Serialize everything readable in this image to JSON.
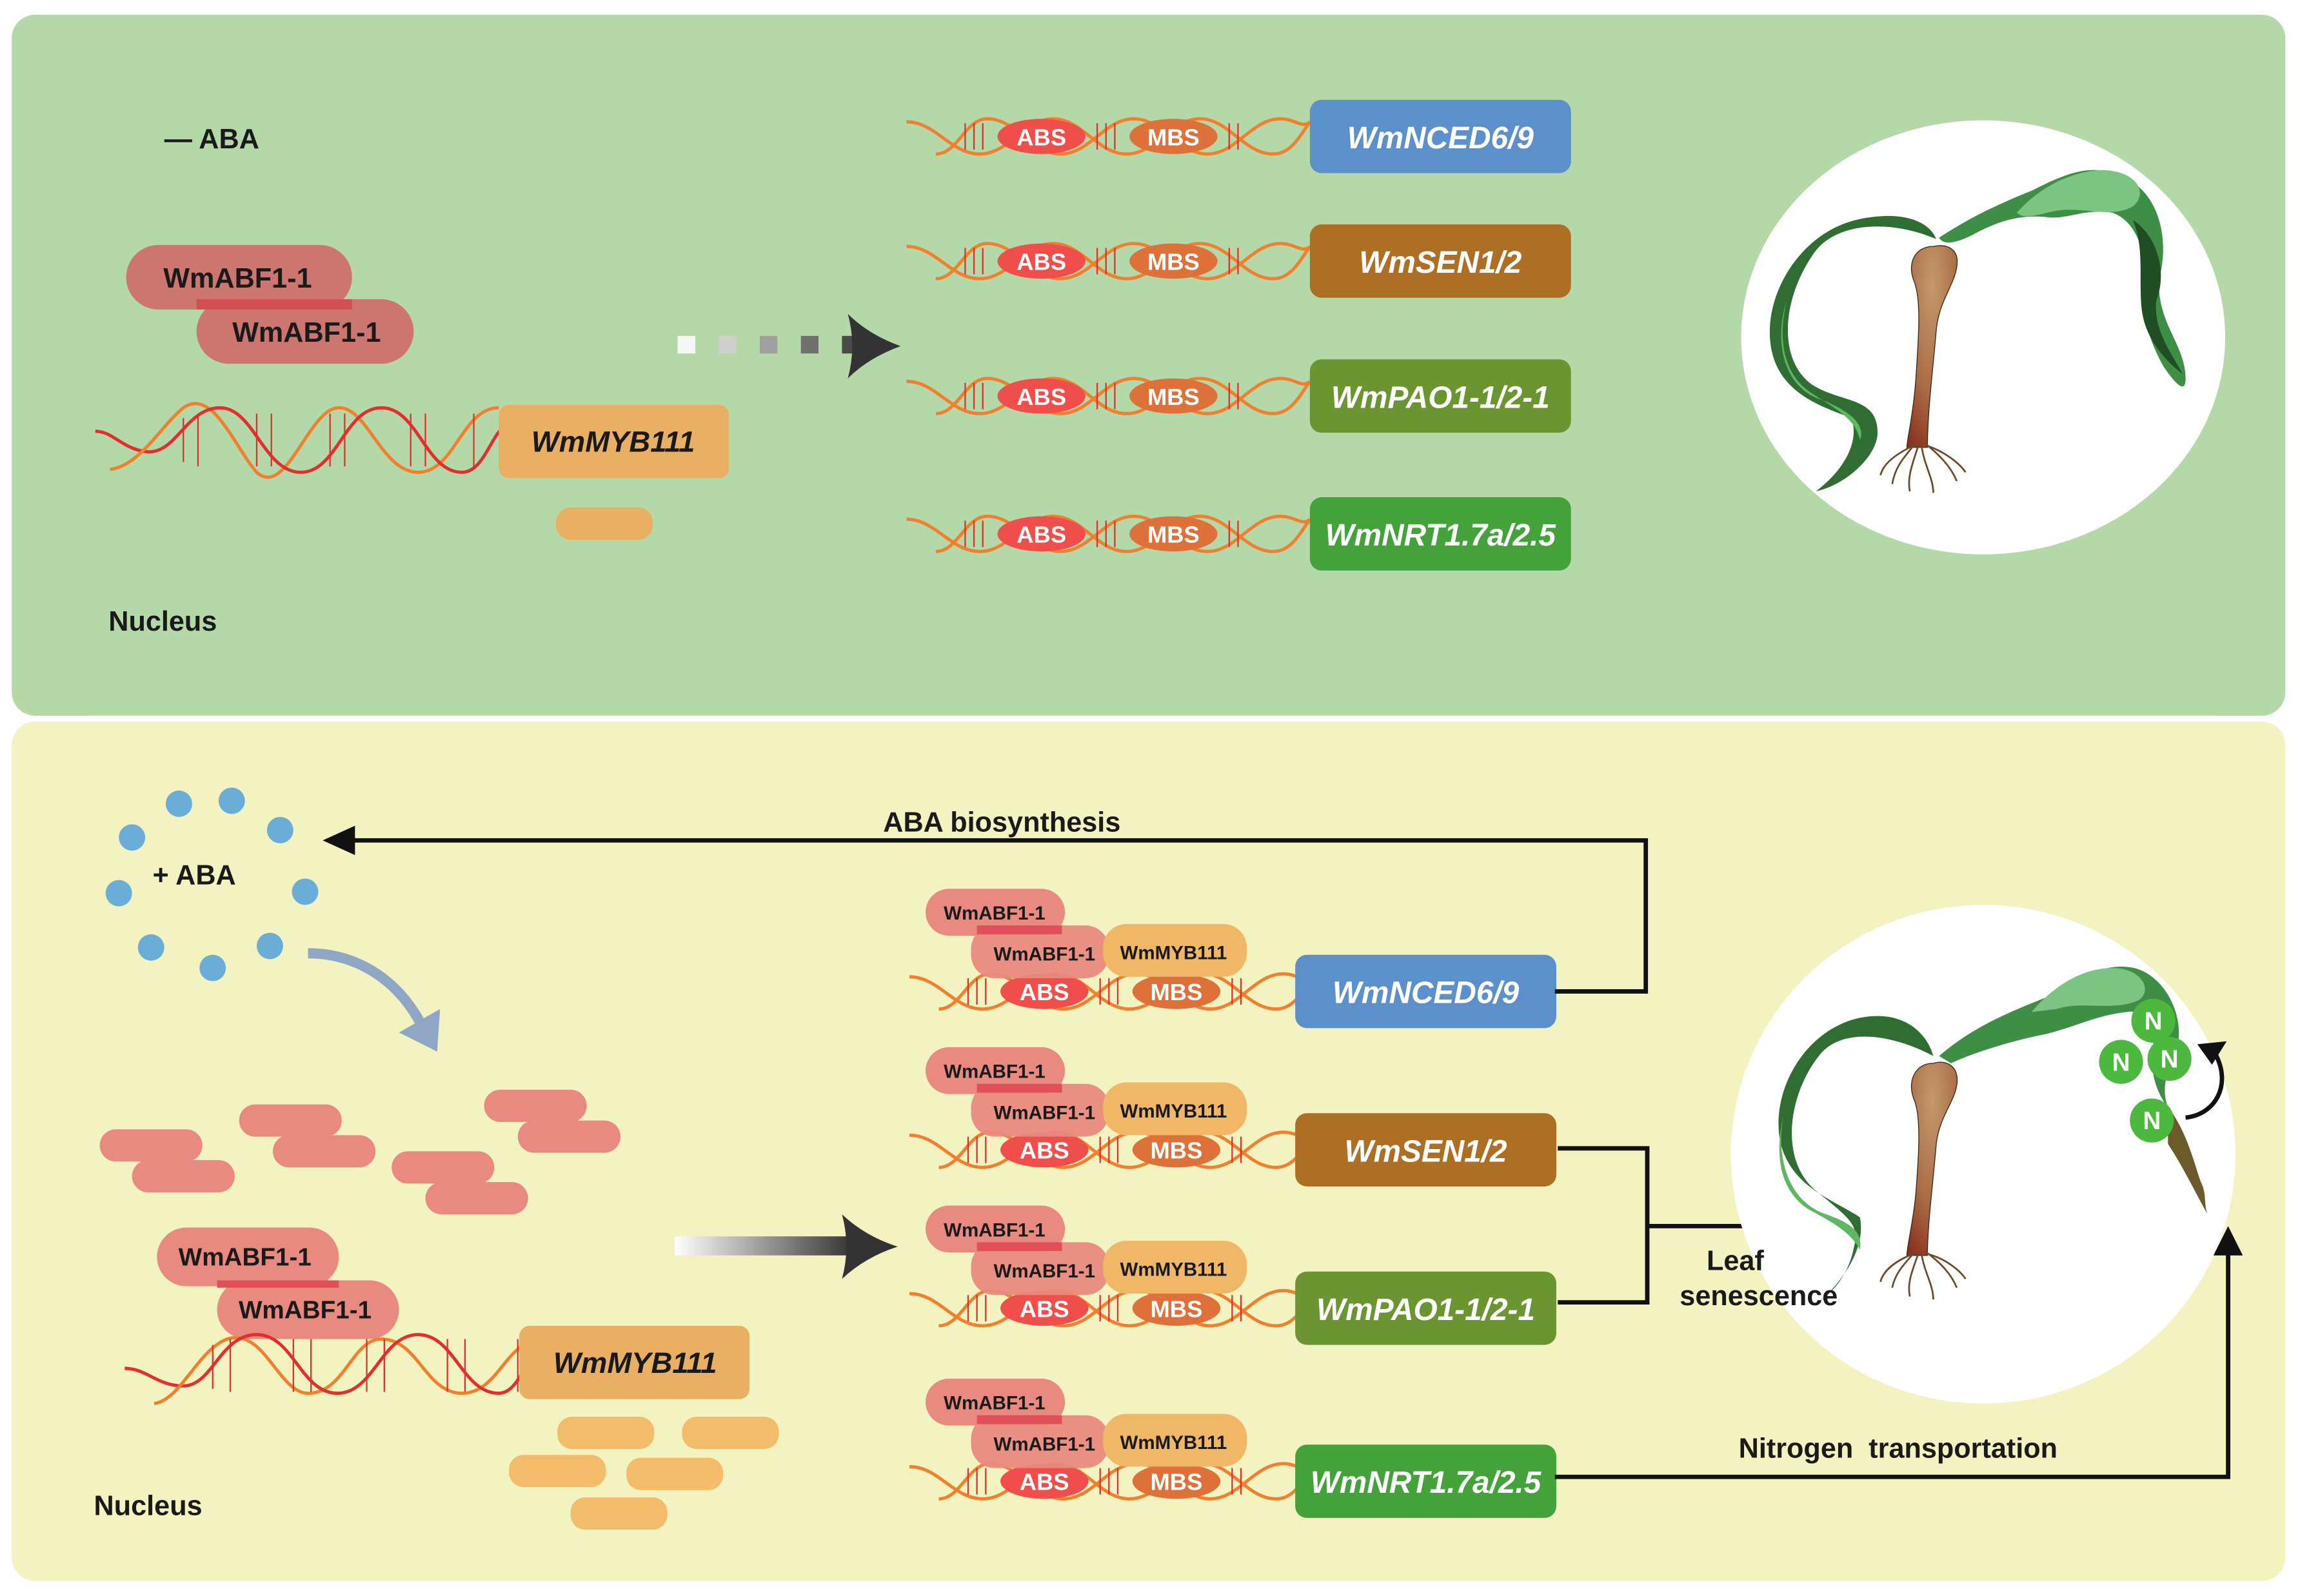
{
  "colors": {
    "panel_top_bg": "#b4d8a8",
    "panel_bottom_bg": "#f2f3c1",
    "abf_protein": "#e98a80",
    "abf_protein_top": "#cd7670",
    "myb_protein": "#f0b866",
    "myb_box": "#e9b063",
    "abs_site": "#ef4e4b",
    "mbs_site": "#de7039",
    "dna_strand_a": "#f07f2e",
    "dna_strand_b": "#e0302e",
    "aba_dot": "#6aaed8",
    "nitrogen": "#4cb83e",
    "arrow": "#111111"
  },
  "top_panel": {
    "condition_label": "— ABA",
    "dimer_labels": [
      "WmABF1-1",
      "WmABF1-1"
    ],
    "gene_label": "WmMYB111",
    "compartment_label": "Nucleus",
    "site_labels": {
      "abs": "ABS",
      "mbs": "MBS"
    },
    "targets": [
      {
        "label": "WmNCED6/9",
        "color": "#5b90ca"
      },
      {
        "label": "WmSEN1/2",
        "color": "#ad6f24"
      },
      {
        "label": "WmPAO1-1/2-1",
        "color": "#6b9531"
      },
      {
        "label": "WmNRT1.7a/2.5",
        "color": "#43a33a"
      }
    ]
  },
  "bottom_panel": {
    "condition_label": "+ ABA",
    "dimer_labels": [
      "WmABF1-1",
      "WmABF1-1"
    ],
    "gene_label": "WmMYB111",
    "compartment_label": "Nucleus",
    "complex_labels": {
      "abf_top": "WmABF1-1",
      "abf_bottom": "WmABF1-1",
      "myb": "WmMYB111"
    },
    "site_labels": {
      "abs": "ABS",
      "mbs": "MBS"
    },
    "targets": [
      {
        "label": "WmNCED6/9",
        "color": "#5b90ca"
      },
      {
        "label": "WmSEN1/2",
        "color": "#ad6f24"
      },
      {
        "label": "WmPAO1-1/2-1",
        "color": "#6b9531"
      },
      {
        "label": "WmNRT1.7a/2.5",
        "color": "#43a33a"
      }
    ],
    "pathway_labels": {
      "aba_biosynthesis": "ABA biosynthesis",
      "leaf": "Leaf",
      "senescence": "senescence",
      "nitrogen_transport": "Nitrogen  transportation"
    },
    "nitrogen_labels": [
      "N",
      "N",
      "N",
      "N"
    ]
  }
}
